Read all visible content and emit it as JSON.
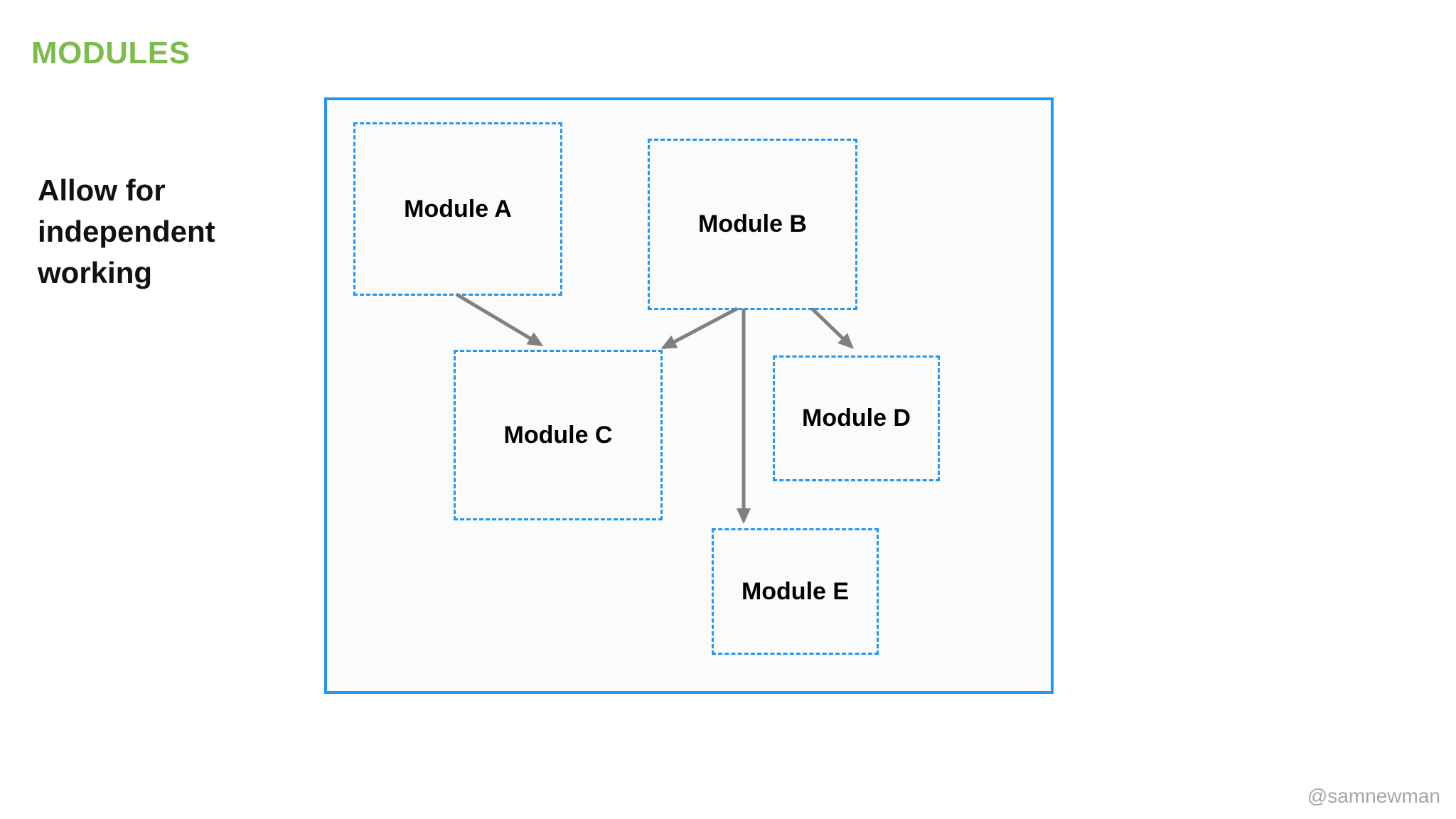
{
  "slide": {
    "title": "MODULES",
    "subtitle": "Allow for\nindependent\nworking",
    "watermark": "@samnewman",
    "colors": {
      "title_green": "#7DBB4C",
      "box_blue": "#2196F3",
      "arrow_gray": "#808080",
      "text_black": "#111111",
      "watermark_gray": "#A6A6A6"
    }
  },
  "diagram": {
    "modules": [
      {
        "id": "A",
        "label": "Module A"
      },
      {
        "id": "B",
        "label": "Module B"
      },
      {
        "id": "C",
        "label": "Module C"
      },
      {
        "id": "D",
        "label": "Module D"
      },
      {
        "id": "E",
        "label": "Module E"
      }
    ],
    "connections": [
      {
        "from": "Module A",
        "to": "Module C"
      },
      {
        "from": "Module B",
        "to": "Module C"
      },
      {
        "from": "Module B",
        "to": "Module E"
      },
      {
        "from": "Module B",
        "to": "Module D"
      }
    ]
  }
}
